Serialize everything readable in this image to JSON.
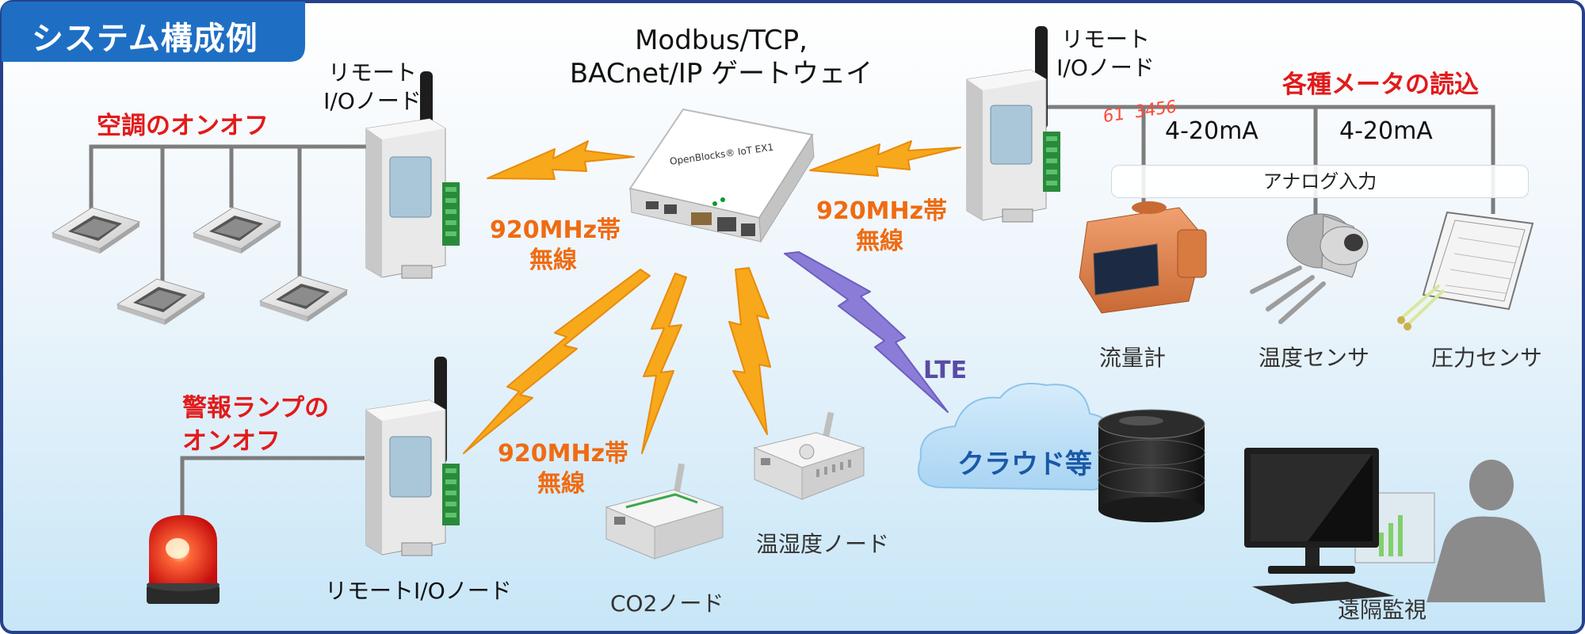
{
  "title": "システム構成例",
  "gateway": {
    "line1": "Modbus/TCP,",
    "line2": "BACnet/IP ゲートウェイ",
    "label": "OpenBlocks® IoT EX1"
  },
  "nodes": {
    "remote_top_left": {
      "line1": "リモート",
      "line2": "I/Oノード"
    },
    "remote_top_right": {
      "line1": "リモート",
      "line2": "I/Oノード"
    },
    "remote_bottom": "リモートI/Oノード",
    "co2": "CO2ノード",
    "temp_humidity": "温湿度ノード"
  },
  "labels": {
    "aircon": "空調のオンオフ",
    "alarm_line1": "警報ランプの",
    "alarm_line2": "オンオフ",
    "meters": "各種メータの読込",
    "radio": {
      "line1": "920MHz帯",
      "line2": "無線"
    },
    "lte": "LTE",
    "cloud": "クラウド等",
    "remote_monitor": "遠隔監視",
    "analog_input": "アナログ入力",
    "current_loop": "4-20mA"
  },
  "sensors": {
    "flow": "流量計",
    "temperature": "温度センサ",
    "pressure": "圧力センサ"
  },
  "flowmeter_display": "61 3456",
  "colors": {
    "title_bg": "#1e6fc4",
    "radio_bolt": "#f7a81b",
    "lte_bolt": "#8b7cd8",
    "red_text": "#e21a1a",
    "orange_text": "#ef6b12",
    "border": "#26418a"
  }
}
